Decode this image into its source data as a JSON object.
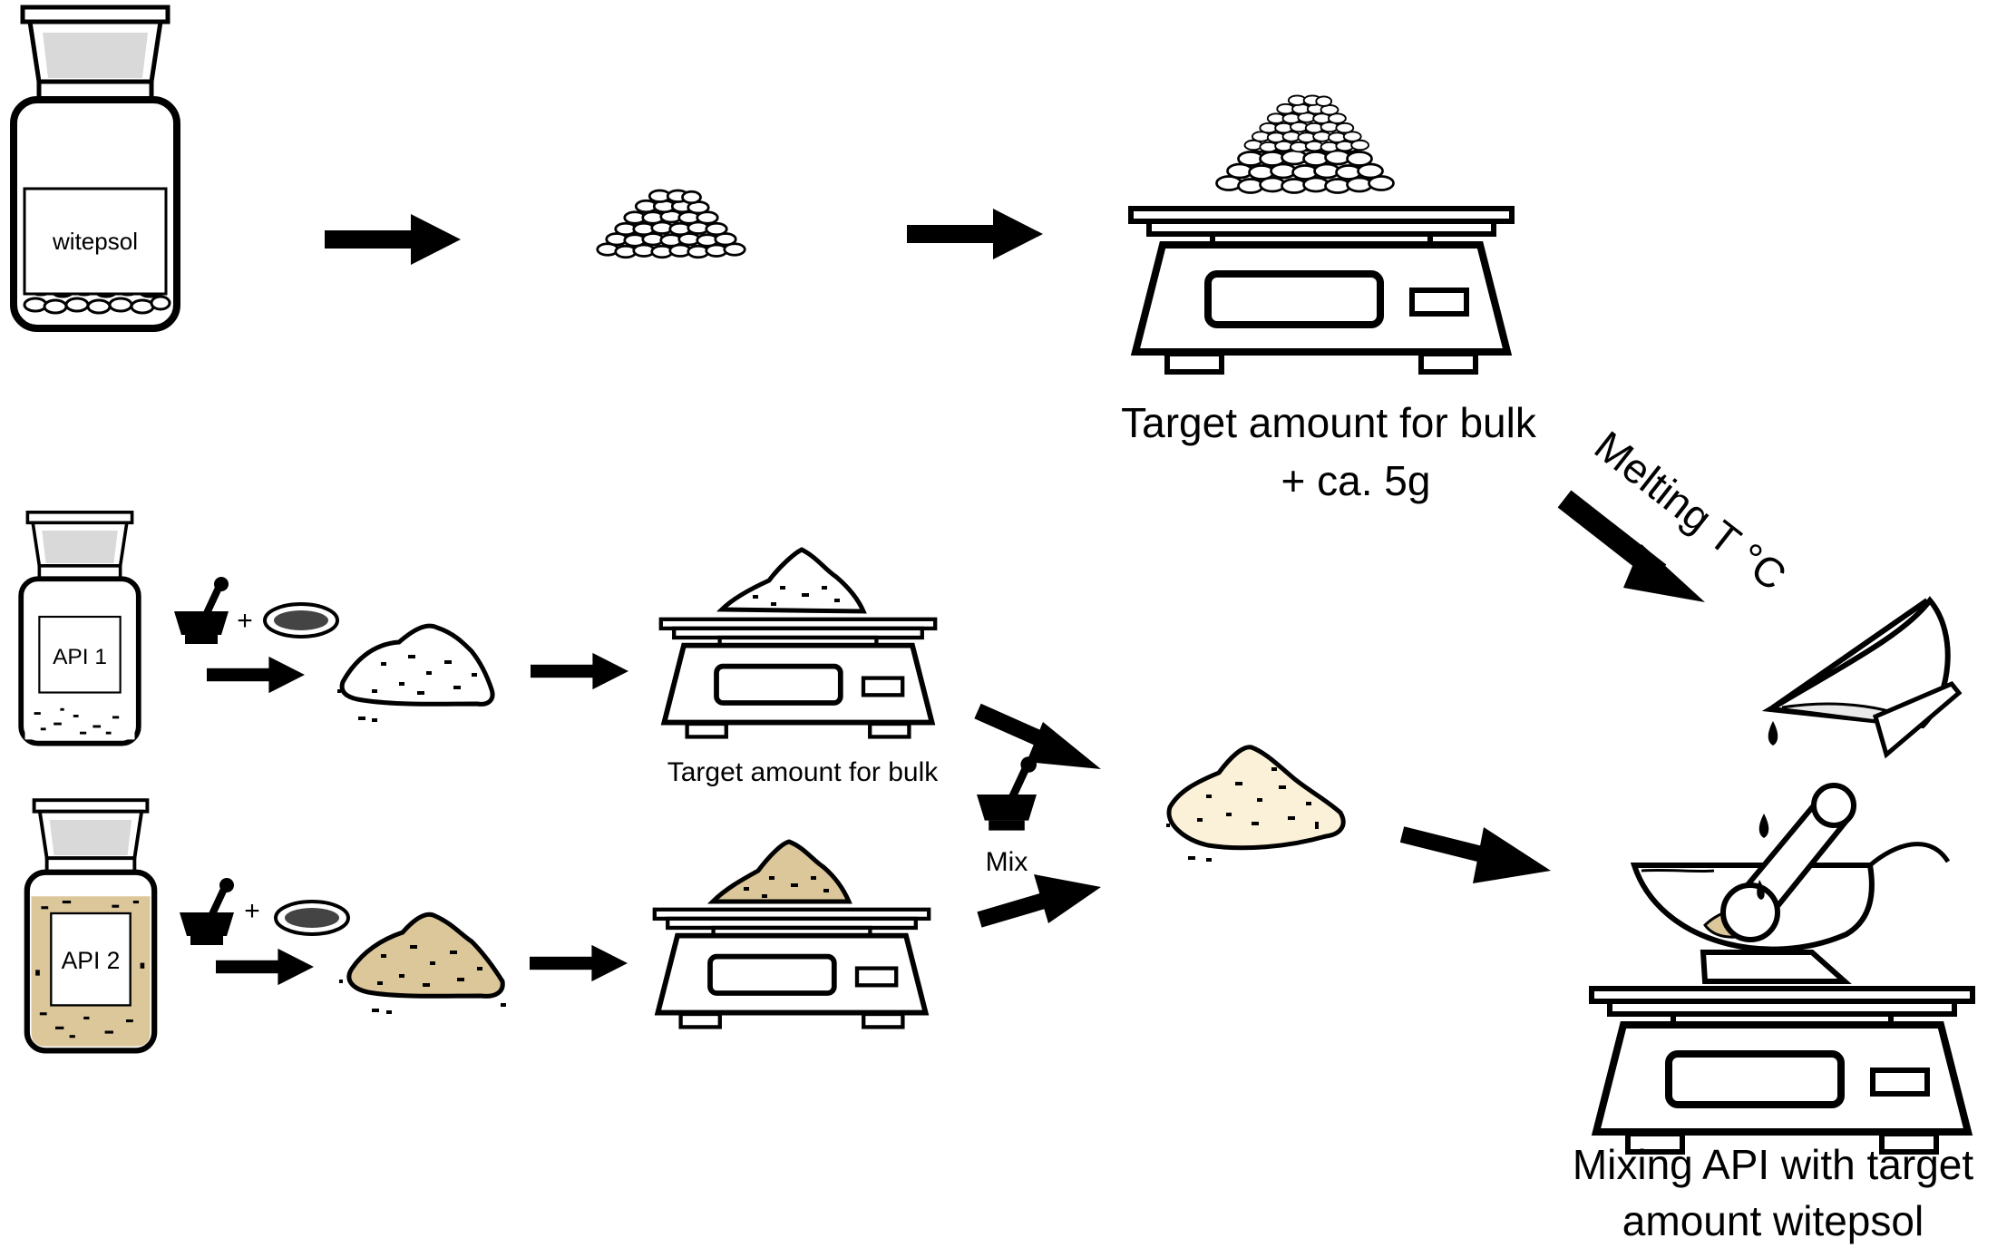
{
  "labels": {
    "witepsol_jar": "witepsol",
    "api1_jar": "API 1",
    "api2_jar": "API 2",
    "bulk_weigh_line1": "Target amount for bulk",
    "bulk_weigh_line2": "+ ca. 5g",
    "melting": "Melting T °C",
    "api_weigh": "Target amount for bulk",
    "mix": "Mix",
    "final_line1": "Mixing API with target",
    "final_line2": "amount witepsol",
    "plus_api1": "+",
    "plus_api2": "+"
  },
  "colors": {
    "outline": "#000000",
    "api2_powder": "#dcc79b",
    "mixed_powder": "#fbf1d8",
    "api1_powder": "#ffffff",
    "jar_lid": "#d9d9d9"
  }
}
